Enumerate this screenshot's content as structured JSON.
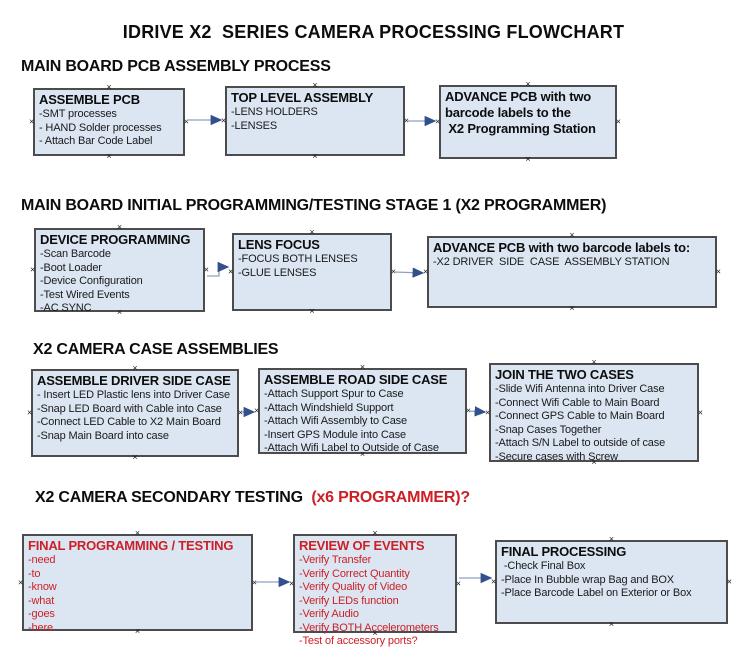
{
  "title": "IDRIVE X2  SERIES CAMERA PROCESSING FLOWCHART",
  "icons": {
    "connection_point": "×"
  },
  "colors": {
    "box_fill": "#dce6f2",
    "box_border": "#4c4c4c",
    "red_text": "#cc2026",
    "arrow_line": "#8ca0c4",
    "arrow_head": "#31508c"
  },
  "sections": [
    {
      "heading": "MAIN BOARD PCB ASSEMBLY PROCESS",
      "boxes": [
        {
          "title": "ASSEMBLE PCB",
          "items": [
            "-SMT processes",
            "- HAND Solder processes",
            "- Attach Bar Code Label"
          ]
        },
        {
          "title": "TOP LEVEL ASSEMBLY",
          "items": [
            "-LENS HOLDERS",
            "-LENSES"
          ]
        },
        {
          "title": "ADVANCE PCB with two",
          "items": [
            "barcode labels to the",
            " X2 Programming Station"
          ]
        }
      ]
    },
    {
      "heading": "MAIN BOARD INITIAL PROGRAMMING/TESTING STAGE 1 (X2 PROGRAMMER)",
      "boxes": [
        {
          "title": "DEVICE PROGRAMMING",
          "items": [
            "-Scan Barcode",
            "-Boot Loader",
            "-Device Configuration",
            "-Test Wired Events",
            "-AC SYNC"
          ]
        },
        {
          "title": "LENS FOCUS",
          "items": [
            "-FOCUS BOTH LENSES",
            "-GLUE LENSES"
          ]
        },
        {
          "title": "ADVANCE PCB with two barcode labels to:",
          "items": [
            "-X2 DRIVER  SIDE  CASE  ASSEMBLY STATION"
          ]
        }
      ]
    },
    {
      "heading": "X2 CAMERA CASE ASSEMBLIES",
      "boxes": [
        {
          "title": "ASSEMBLE DRIVER SIDE CASE",
          "items": [
            "- Insert LED Plastic lens into Driver Case",
            "-Snap LED Board with Cable into Case",
            "-Connect LED Cable to X2 Main Board",
            "-Snap Main Board into case"
          ]
        },
        {
          "title": "ASSEMBLE ROAD SIDE CASE",
          "items": [
            "-Attach Support Spur to Case",
            "-Attach Windshield Support",
            "-Attach Wifi Assembly to Case",
            "-Insert GPS Module into Case",
            "-Attach Wifi Label to Outside of Case"
          ]
        },
        {
          "title": "JOIN THE TWO CASES",
          "items": [
            "-Slide Wifi Antenna into Driver Case",
            "-Connect Wifi Cable to Main Board",
            "-Connect GPS Cable to Main Board",
            "-Snap Cases Together",
            "-Attach S/N Label to outside of case",
            "-Secure cases with Screw"
          ]
        }
      ]
    },
    {
      "heading": "X2 CAMERA SECONDARY TESTING ",
      "heading_suffix": " (x6 PROGRAMMER)?",
      "boxes": [
        {
          "title": "FINAL PROGRAMMING / TESTING",
          "items": [
            "-need",
            "-to",
            "-know",
            "-what",
            "-goes",
            "-here"
          ]
        },
        {
          "title": "REVIEW OF EVENTS",
          "items": [
            "-Verify Transfer",
            "-Verify Correct Quantity",
            "-Verify Quality of Video",
            "-Verify LEDs function",
            "-Verify Audio",
            "-Verify BOTH Accelerometers",
            "-Test of accessory ports?"
          ]
        },
        {
          "title": "FINAL PROCESSING",
          "items": [
            " -Check Final Box",
            "-Place In Bubble wrap Bag and BOX",
            "-Place Barcode Label on Exterior or Box"
          ]
        }
      ]
    }
  ]
}
